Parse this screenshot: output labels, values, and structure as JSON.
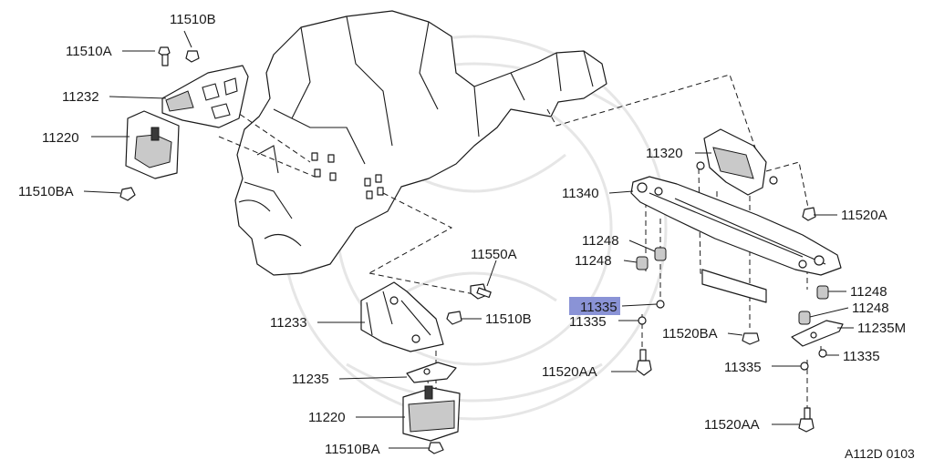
{
  "diagram": {
    "callouts": [
      {
        "id": "11510B_top",
        "label": "11510B"
      },
      {
        "id": "11510A",
        "label": "11510A"
      },
      {
        "id": "11232",
        "label": "11232"
      },
      {
        "id": "11220_top",
        "label": "11220"
      },
      {
        "id": "11510BA_top",
        "label": "11510BA"
      },
      {
        "id": "11320",
        "label": "11320"
      },
      {
        "id": "11340",
        "label": "11340"
      },
      {
        "id": "11520A",
        "label": "11520A"
      },
      {
        "id": "11248_a",
        "label": "11248"
      },
      {
        "id": "11248_b",
        "label": "11248"
      },
      {
        "id": "11550A",
        "label": "11550A"
      },
      {
        "id": "11335_highlight",
        "label": "11335"
      },
      {
        "id": "11335_a",
        "label": "11335"
      },
      {
        "id": "11233",
        "label": "11233"
      },
      {
        "id": "11510B_mid",
        "label": "11510B"
      },
      {
        "id": "11520BA",
        "label": "11520BA"
      },
      {
        "id": "11248_c",
        "label": "11248"
      },
      {
        "id": "11248_d",
        "label": "11248"
      },
      {
        "id": "11235M",
        "label": "11235M"
      },
      {
        "id": "11335_b",
        "label": "11335"
      },
      {
        "id": "11335_c",
        "label": "11335"
      },
      {
        "id": "11235",
        "label": "11235"
      },
      {
        "id": "11520AA_left",
        "label": "11520AA"
      },
      {
        "id": "11220_bottom",
        "label": "11220"
      },
      {
        "id": "11520AA_right",
        "label": "11520AA"
      },
      {
        "id": "11510BA_bottom",
        "label": "11510BA"
      }
    ],
    "figure_code": "A112D 0103",
    "highlight_color": "#8a93d6"
  }
}
